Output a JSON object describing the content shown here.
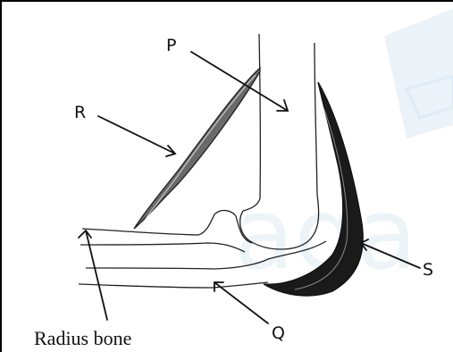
{
  "labels": {
    "p": "P",
    "q": "Q",
    "r": "R",
    "s": "S",
    "radius_bone": "Radius bone"
  },
  "watermark": {
    "text": "aga",
    "color": "#c5dcec"
  },
  "colors": {
    "ink": "#111111",
    "muscle_dark": "#1a1a1a",
    "watermark": "#c5dcec"
  }
}
